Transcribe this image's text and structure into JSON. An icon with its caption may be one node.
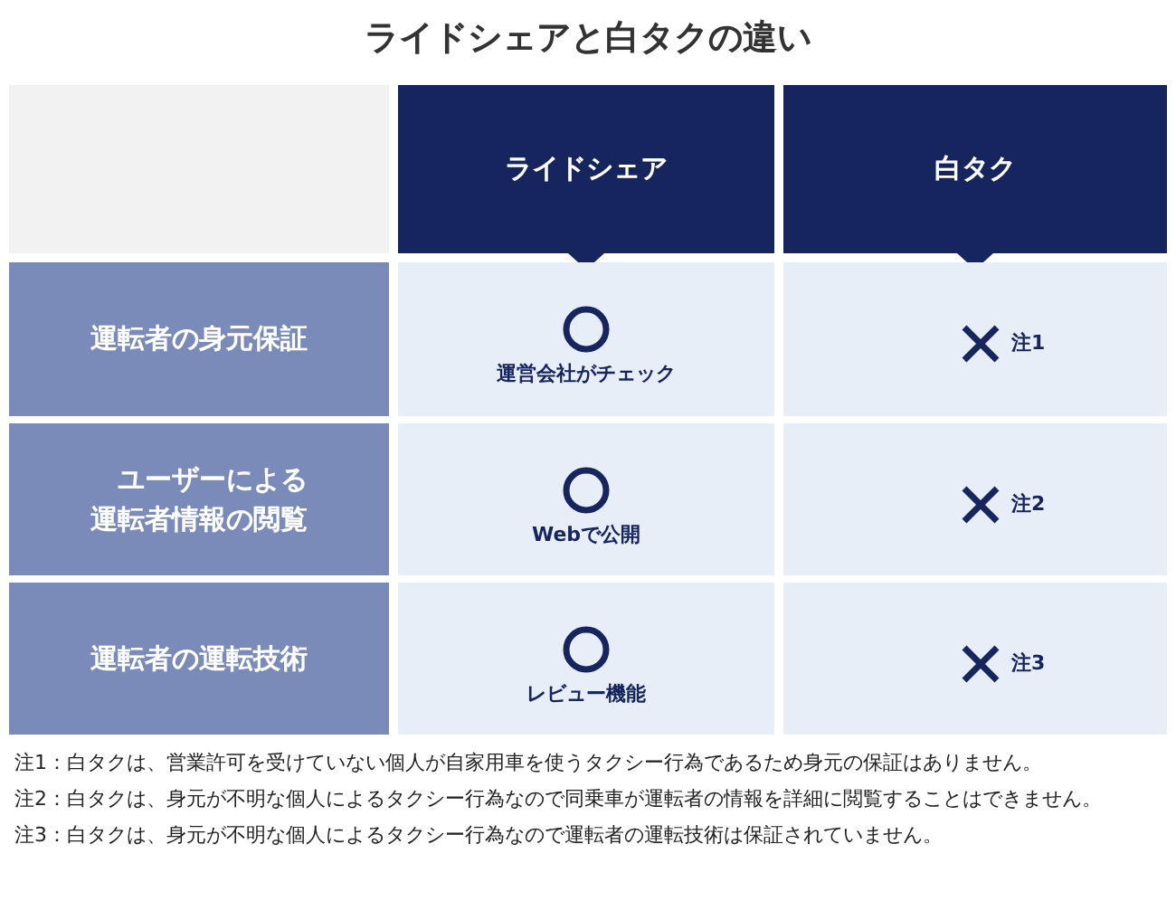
{
  "diagram": {
    "title": "ライドシェアと白タクの違い",
    "labels": [
      "ライドシェア",
      "白タク",
      "運転者の身元保証",
      "運営会社がチェック",
      "注1",
      "ユーザーによる運転者情報の閲覧",
      "Webで公開",
      "注2",
      "運転者の運転技術",
      "レビュー機能",
      "注3",
      "注1：白タクは、営業許可を受けていない個人が自家用車を使うタクシー行為であるため身元の保証はありません。",
      "注2：白タクは、身元が不明な個人によるタクシー行為なので同乗車が運転者の情報を詳細に閲覧することはできません。",
      "注3：白タクは、身元が不明な個人によるタクシー行為なので運転者の運転技術は保証されていません。"
    ]
  }
}
